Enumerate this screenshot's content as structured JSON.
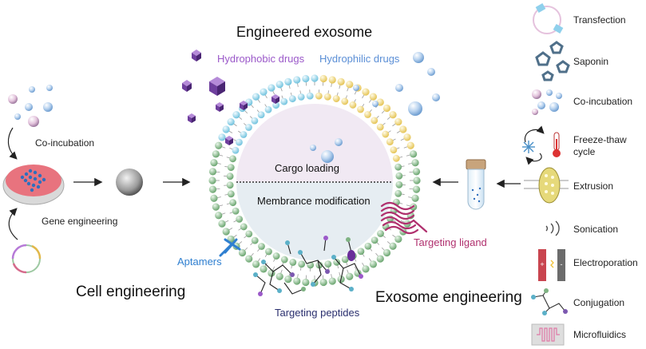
{
  "title": "Engineered exosome",
  "left": {
    "heading": "Cell engineering",
    "co_incubation": "Co-incubation",
    "gene_engineering": "Gene engineering"
  },
  "center": {
    "hydrophobic_drugs": "Hydrophobic drugs",
    "hydrophilic_drugs": "Hydrophilic drugs",
    "cargo_loading": "Cargo loading",
    "membrane_modification": "Membrance modification",
    "aptamers": "Aptamers",
    "targeting_peptides": "Targeting peptides",
    "targeting_ligand": "Targeting ligand"
  },
  "right": {
    "heading": "Exosome engineering",
    "methods": [
      {
        "label": "Transfection",
        "icon": "plasmid-icon"
      },
      {
        "label": "Saponin",
        "icon": "saponin-icon"
      },
      {
        "label": "Co-incubation",
        "icon": "spheres-icon"
      },
      {
        "label": "Freeze-thaw\ncycle",
        "icon": "thermometer-icon"
      },
      {
        "label": "Extrusion",
        "icon": "extrusion-icon"
      },
      {
        "label": "Sonication",
        "icon": "sound-icon"
      },
      {
        "label": "Electroporation",
        "icon": "electrode-icon"
      },
      {
        "label": "Conjugation",
        "icon": "conjugation-icon"
      },
      {
        "label": "Microfluidics",
        "icon": "microfluidics-icon"
      }
    ]
  },
  "colors": {
    "hydrophobic": "#9b59c9",
    "hydrophilic": "#5b8fd6",
    "aptamer": "#2f7fd0",
    "ligand": "#b0306e",
    "peptide_text": "#2a2f6e",
    "lipid_green": "#7fb383",
    "lipid_cyan": "#8fd3e6",
    "lipid_yellow": "#f0d46a"
  }
}
